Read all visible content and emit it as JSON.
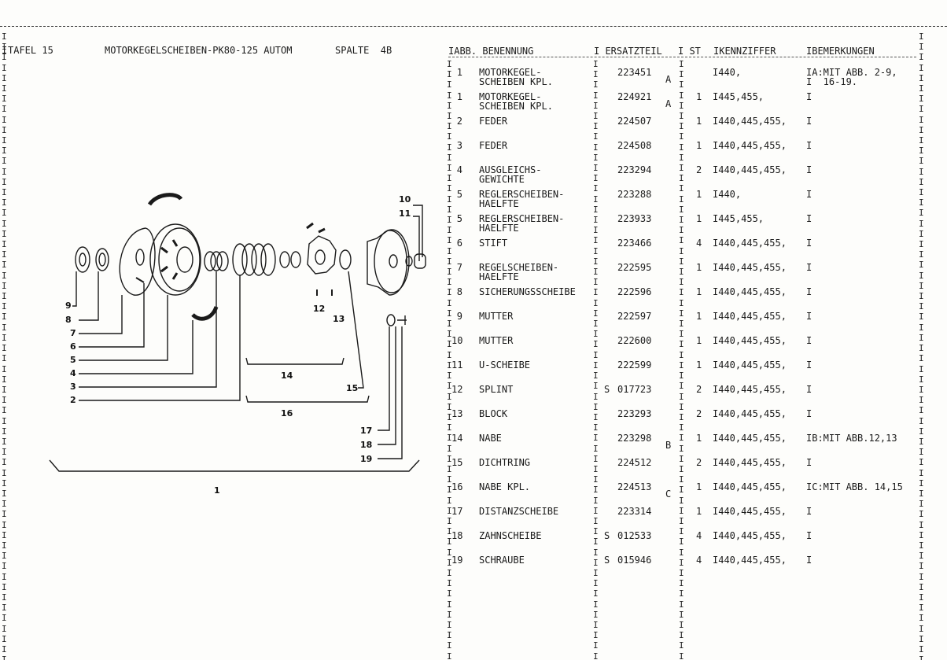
{
  "page": {
    "table_no": "TAFEL 15",
    "title": "MOTORKEGELSCHEIBEN-PK80-125 AUTOM",
    "column": "SPALTE  4B"
  },
  "headers": {
    "abb_benennung": "IABB. BENENNUNG",
    "ersatzteil": "I ERSATZTEIL",
    "st": "I ST",
    "kennziffer": "IKENNZIFFER",
    "bemerkungen": "IBEMERKUNGEN"
  },
  "rows": [
    {
      "no": "1",
      "name1": "MOTORKEGEL-",
      "name2": "SCHEIBEN KPL.",
      "prefix": "",
      "part": "223451",
      "code": "A",
      "qty": "",
      "kenn": "I440,",
      "note1": "IA:MIT ABB. 2-9,",
      "note2": "I  16-19."
    },
    {
      "no": "1",
      "name1": "MOTORKEGEL-",
      "name2": "SCHEIBEN KPL.",
      "prefix": "",
      "part": "224921",
      "code": "A",
      "qty": "1",
      "kenn": "I445,455,",
      "note1": "I",
      "note2": ""
    },
    {
      "no": "2",
      "name1": "FEDER",
      "name2": "",
      "prefix": "",
      "part": "224507",
      "code": "",
      "qty": "1",
      "kenn": "I440,445,455,",
      "note1": "I",
      "note2": ""
    },
    {
      "no": "3",
      "name1": "FEDER",
      "name2": "",
      "prefix": "",
      "part": "224508",
      "code": "",
      "qty": "1",
      "kenn": "I440,445,455,",
      "note1": "I",
      "note2": ""
    },
    {
      "no": "4",
      "name1": "AUSGLEICHS-",
      "name2": "GEWICHTE",
      "prefix": "",
      "part": "223294",
      "code": "",
      "qty": "2",
      "kenn": "I440,445,455,",
      "note1": "I",
      "note2": ""
    },
    {
      "no": "5",
      "name1": "REGLERSCHEIBEN-",
      "name2": "HAELFTE",
      "prefix": "",
      "part": "223288",
      "code": "",
      "qty": "1",
      "kenn": "I440,",
      "note1": "I",
      "note2": ""
    },
    {
      "no": "5",
      "name1": "REGLERSCHEIBEN-",
      "name2": "HAELFTE",
      "prefix": "",
      "part": "223933",
      "code": "",
      "qty": "1",
      "kenn": "I445,455,",
      "note1": "I",
      "note2": ""
    },
    {
      "no": "6",
      "name1": "STIFT",
      "name2": "",
      "prefix": "",
      "part": "223466",
      "code": "",
      "qty": "4",
      "kenn": "I440,445,455,",
      "note1": "I",
      "note2": ""
    },
    {
      "no": "7",
      "name1": "REGELSCHEIBEN-",
      "name2": "HAELFTE",
      "prefix": "",
      "part": "222595",
      "code": "",
      "qty": "1",
      "kenn": "I440,445,455,",
      "note1": "I",
      "note2": ""
    },
    {
      "no": "8",
      "name1": "SICHERUNGSSCHEIBE",
      "name2": "",
      "prefix": "",
      "part": "222596",
      "code": "",
      "qty": "1",
      "kenn": "I440,445,455,",
      "note1": "I",
      "note2": ""
    },
    {
      "no": "9",
      "name1": "MUTTER",
      "name2": "",
      "prefix": "",
      "part": "222597",
      "code": "",
      "qty": "1",
      "kenn": "I440,445,455,",
      "note1": "I",
      "note2": ""
    },
    {
      "no": "10",
      "name1": "MUTTER",
      "name2": "",
      "prefix": "",
      "part": "222600",
      "code": "",
      "qty": "1",
      "kenn": "I440,445,455,",
      "note1": "I",
      "note2": ""
    },
    {
      "no": "11",
      "name1": "U-SCHEIBE",
      "name2": "",
      "prefix": "",
      "part": "222599",
      "code": "",
      "qty": "1",
      "kenn": "I440,445,455,",
      "note1": "I",
      "note2": ""
    },
    {
      "no": "12",
      "name1": "SPLINT",
      "name2": "",
      "prefix": "S",
      "part": "017723",
      "code": "",
      "qty": "2",
      "kenn": "I440,445,455,",
      "note1": "I",
      "note2": ""
    },
    {
      "no": "13",
      "name1": "BLOCK",
      "name2": "",
      "prefix": "",
      "part": "223293",
      "code": "",
      "qty": "2",
      "kenn": "I440,445,455,",
      "note1": "I",
      "note2": ""
    },
    {
      "no": "14",
      "name1": "NABE",
      "name2": "",
      "prefix": "",
      "part": "223298",
      "code": "B",
      "qty": "1",
      "kenn": "I440,445,455,",
      "note1": "IB:MIT ABB.12,13",
      "note2": ""
    },
    {
      "no": "15",
      "name1": "DICHTRING",
      "name2": "",
      "prefix": "",
      "part": "224512",
      "code": "",
      "qty": "2",
      "kenn": "I440,445,455,",
      "note1": "I",
      "note2": ""
    },
    {
      "no": "16",
      "name1": "NABE KPL.",
      "name2": "",
      "prefix": "",
      "part": "224513",
      "code": "C",
      "qty": "1",
      "kenn": "I440,445,455,",
      "note1": "IC:MIT ABB. 14,15",
      "note2": ""
    },
    {
      "no": "17",
      "name1": "DISTANZSCHEIBE",
      "name2": "",
      "prefix": "",
      "part": "223314",
      "code": "",
      "qty": "1",
      "kenn": "I440,445,455,",
      "note1": "I",
      "note2": ""
    },
    {
      "no": "18",
      "name1": "ZAHNSCHEIBE",
      "name2": "",
      "prefix": "S",
      "part": "012533",
      "code": "",
      "qty": "4",
      "kenn": "I440,445,455,",
      "note1": "I",
      "note2": ""
    },
    {
      "no": "19",
      "name1": "SCHRAUBE",
      "name2": "",
      "prefix": "S",
      "part": "015946",
      "code": "",
      "qty": "4",
      "kenn": "I440,445,455,",
      "note1": "I",
      "note2": ""
    }
  ],
  "diagram_callouts": [
    "1",
    "2",
    "3",
    "4",
    "5",
    "6",
    "7",
    "8",
    "9",
    "10",
    "11",
    "12",
    "13",
    "14",
    "15",
    "16",
    "17",
    "18",
    "19"
  ],
  "colors": {
    "ink": "#1a1a1a",
    "paper": "#fdfdfb"
  }
}
